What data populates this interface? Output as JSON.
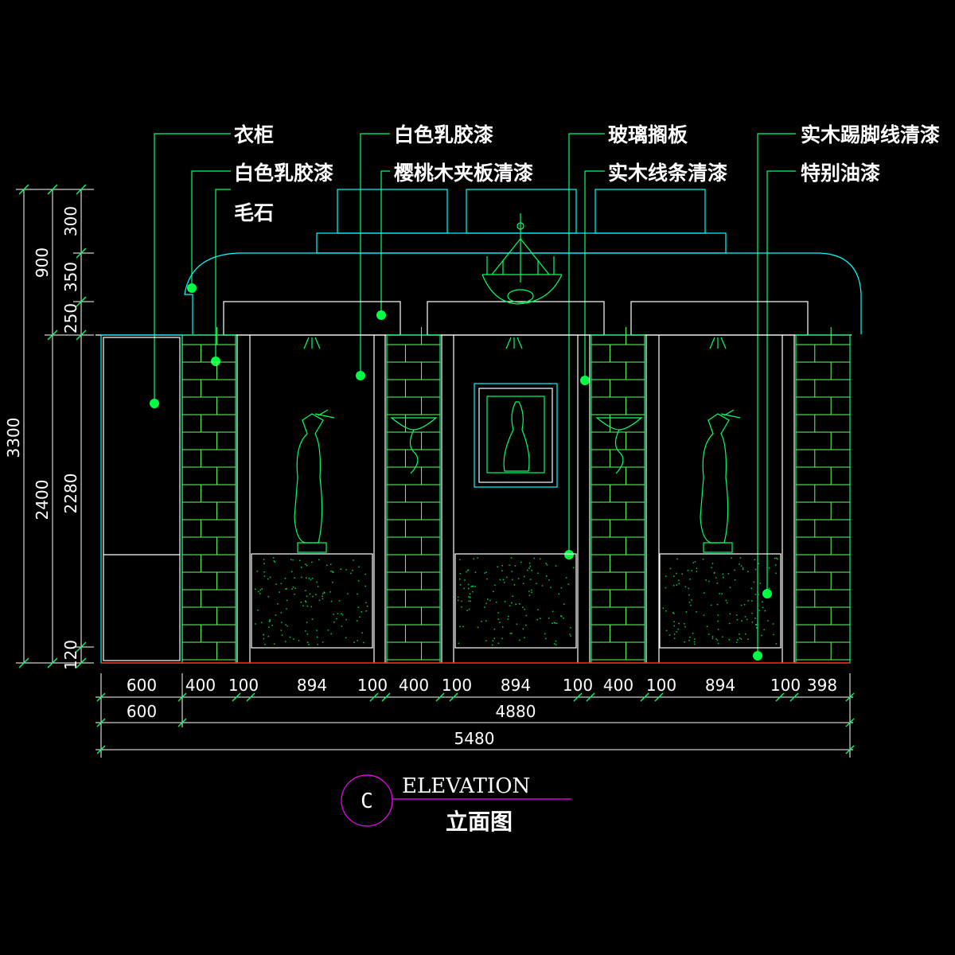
{
  "callouts": [
    {
      "text": "衣柜"
    },
    {
      "text": "白色乳胶漆"
    },
    {
      "text": "毛石"
    },
    {
      "text": "白色乳胶漆"
    },
    {
      "text": "樱桃木夹板清漆"
    },
    {
      "text": "玻璃搁板"
    },
    {
      "text": "实木线条清漆"
    },
    {
      "text": "实木踢脚线清漆"
    },
    {
      "text": "特别油漆"
    }
  ],
  "dims": {
    "left_outer": [
      "3300"
    ],
    "left_mid": [
      "900",
      "2400"
    ],
    "left_inner": [
      "300",
      "350",
      "250",
      "2280",
      "120"
    ],
    "row1": [
      "600",
      "400",
      "100",
      "894",
      "100",
      "400",
      "100",
      "894",
      "100",
      "400",
      "100",
      "894",
      "100",
      "398"
    ],
    "row2": [
      "600",
      "4880"
    ],
    "row3": [
      "5480"
    ]
  },
  "title_block": {
    "letter": "C",
    "english": "ELEVATION",
    "chinese": "立面图"
  },
  "colors": {
    "background": "#000000",
    "linework": "#00ff66",
    "text": "#ffffff",
    "title_circle": "#ff00ff"
  }
}
